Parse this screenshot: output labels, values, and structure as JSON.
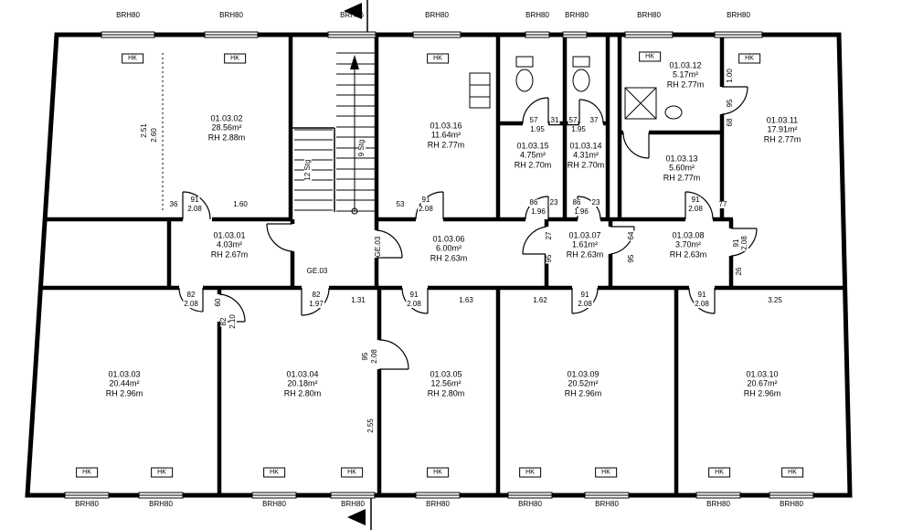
{
  "labels": {
    "hk": "HK",
    "ge1": "GE.03",
    "ge2": "GE.03"
  },
  "stairs": {
    "left": "12 Stg",
    "right": "9 Stg"
  },
  "sills": {
    "top": [
      "BRH80",
      "BRH80",
      "BRH86",
      "BRH80",
      "BRH80",
      "BRH80",
      "BRH80",
      "BRH80"
    ],
    "bottom": [
      "BRH80",
      "BRH80",
      "BRH80",
      "BRH80",
      "BRH80",
      "BRH80",
      "BRH80",
      "BRH80",
      "BRH80"
    ]
  },
  "rooms": {
    "r01": {
      "id": "01.03.01",
      "area": "4.03m²",
      "rh": "RH 2.67m"
    },
    "r02": {
      "id": "01.03.02",
      "area": "28.56m²",
      "rh": "RH 2.88m"
    },
    "r03": {
      "id": "01.03.03",
      "area": "20.44m²",
      "rh": "RH 2.96m"
    },
    "r04": {
      "id": "01.03.04",
      "area": "20.18m²",
      "rh": "RH 2.80m"
    },
    "r05": {
      "id": "01.03.05",
      "area": "12.56m²",
      "rh": "RH 2.80m"
    },
    "r06": {
      "id": "01.03.06",
      "area": "6.00m²",
      "rh": "RH 2.63m"
    },
    "r07": {
      "id": "01.03.07",
      "area": "1.61m²",
      "rh": "RH 2.63m"
    },
    "r08": {
      "id": "01.03.08",
      "area": "3.70m²",
      "rh": "RH 2.63m"
    },
    "r09": {
      "id": "01.03.09",
      "area": "20.52m²",
      "rh": "RH 2.96m"
    },
    "r10": {
      "id": "01.03.10",
      "area": "20.67m²",
      "rh": "RH 2.96m"
    },
    "r11": {
      "id": "01.03.11",
      "area": "17.91m²",
      "rh": "RH 2.77m"
    },
    "r12": {
      "id": "01.03.12",
      "area": "5.17m²",
      "rh": "RH 2.77m"
    },
    "r13": {
      "id": "01.03.13",
      "area": "5.60m²",
      "rh": "RH 2.77m"
    },
    "r14": {
      "id": "01.03.14",
      "area": "4.31m²",
      "rh": "RH 2.70m"
    },
    "r15": {
      "id": "01.03.15",
      "area": "4.75m²",
      "rh": "RH 2.70m"
    },
    "r16": {
      "id": "01.03.16",
      "area": "11.64m²",
      "rh": "RH 2.77m"
    }
  },
  "dims": {
    "d1": "36",
    "d2": "91",
    "d3": "2.08",
    "d4": "1.60",
    "d5": "53",
    "d6": "91",
    "d7": "2.08",
    "d8": "57",
    "d9": "31",
    "d10": "1.95",
    "d11": "57",
    "d12": "37",
    "d13": "1.95",
    "d14": "86",
    "d15": "23",
    "d16": "1.96",
    "d17": "86",
    "d18": "23",
    "d19": "1.96",
    "d20": "91",
    "d21": "2.08",
    "d22": "77",
    "d23": "82",
    "d24": "2.08",
    "d25": "82",
    "d26": "1.97",
    "d27": "1.31",
    "d28": "91",
    "d29": "2.08",
    "d30": "1.63",
    "d31": "1.62",
    "d32": "91",
    "d33": "2.08",
    "d34": "91",
    "d35": "2.08",
    "d36": "3.25",
    "v1": "2.51",
    "v2": "2.60",
    "v3": "1.00",
    "v4": "95",
    "v5": "68",
    "v6": "27",
    "v7": "95",
    "v8": "64",
    "v9": "95",
    "v10": "91",
    "v11": "2.08",
    "v12": "26",
    "v13": "60",
    "v14": "82",
    "v15": "2.10",
    "v16": "95",
    "v17": "2.08",
    "v18": "2.55"
  }
}
